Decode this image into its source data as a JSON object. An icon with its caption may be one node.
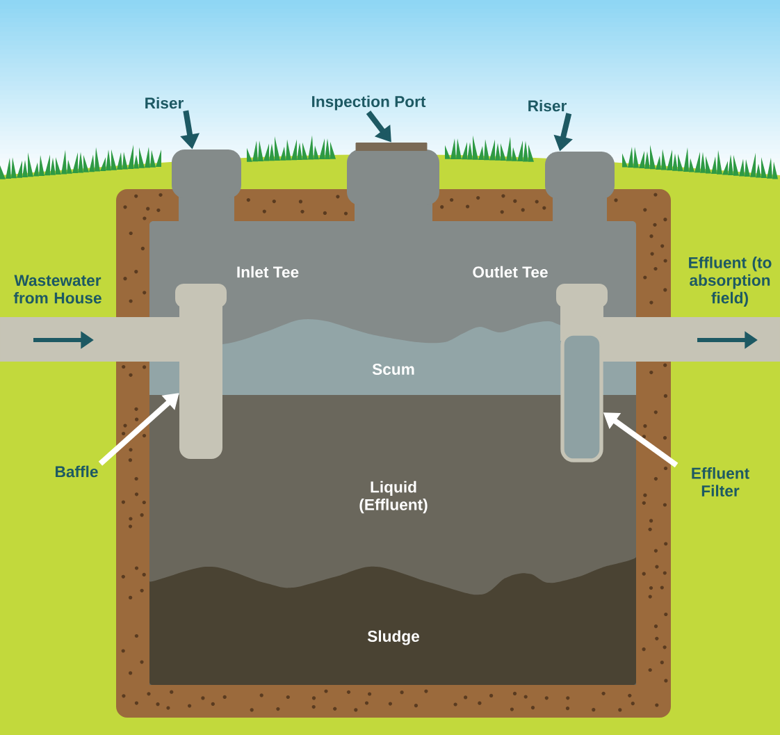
{
  "diagram": {
    "nodes": [
      {
        "text": [
          "Riser"
        ]
      },
      {
        "text": [],
        "shape": "box"
      },
      {
        "text": [
          "Inspection Port"
        ]
      },
      {
        "text": [],
        "shape": "box"
      },
      {
        "text": [
          "Riser"
        ]
      },
      {
        "text": [],
        "shape": "box"
      },
      {
        "text": [
          "Baffle"
        ]
      },
      {
        "text": [],
        "shape": "box"
      },
      {
        "text": [
          "Effluent Filter"
        ]
      },
      {
        "text": [],
        "shape": "box"
      }
    ],
    "edges": [
      {
        "from": 0,
        "to": 1,
        "arrow": "to"
      },
      {
        "from": 2,
        "to": 3,
        "arrow": "to"
      },
      {
        "from": 4,
        "to": 5,
        "arrow": "to"
      },
      {
        "from": 6,
        "to": 7,
        "arrow": "to",
        "color": "#ffffff"
      },
      {
        "from": 8,
        "to": 9,
        "arrow": "to",
        "color": "#ffffff"
      }
    ],
    "labels": [
      "Inlet Tee",
      "Outlet Tee",
      "Wastewater from House",
      "Effluent (to absorption field)",
      "Scum",
      "Liquid (Effluent)",
      "Sludge"
    ]
  }
}
